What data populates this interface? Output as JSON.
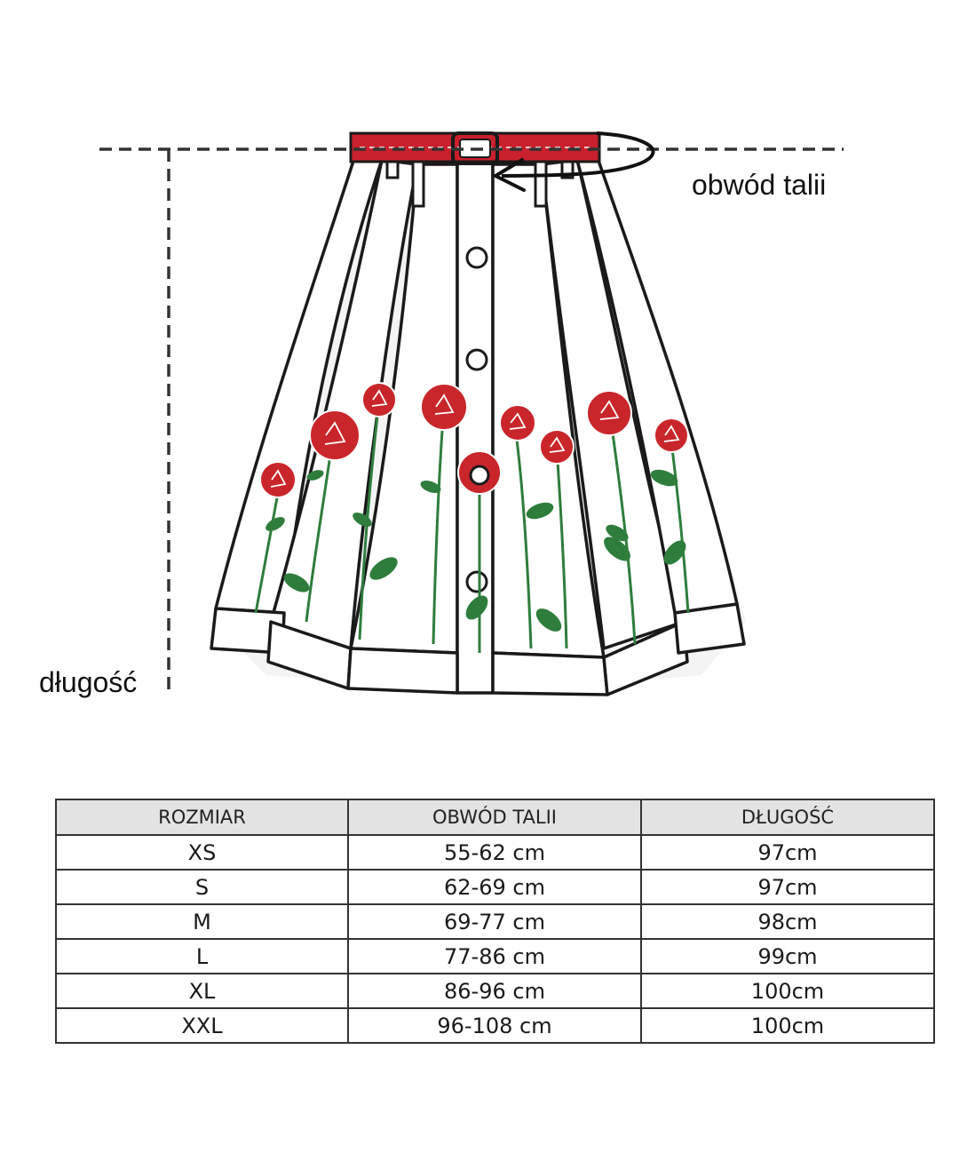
{
  "illustration": {
    "belt_color": "#c8202c",
    "rose_color": "#c9262b",
    "leaf_color": "#2e7d3c",
    "outline_color": "#1a1a1a",
    "waist_label": "obwód talii",
    "length_label": "długość"
  },
  "table": {
    "headers": [
      "ROZMIAR",
      "OBWÓD TALII",
      "DŁUGOŚĆ"
    ],
    "rows": [
      [
        "XS",
        "55-62 cm",
        "97cm"
      ],
      [
        "S",
        "62-69 cm",
        "97cm"
      ],
      [
        "M",
        "69-77 cm",
        "98cm"
      ],
      [
        "L",
        "77-86 cm",
        "99cm"
      ],
      [
        "XL",
        "86-96 cm",
        "100cm"
      ],
      [
        "XXL",
        "96-108 cm",
        "100cm"
      ]
    ]
  }
}
